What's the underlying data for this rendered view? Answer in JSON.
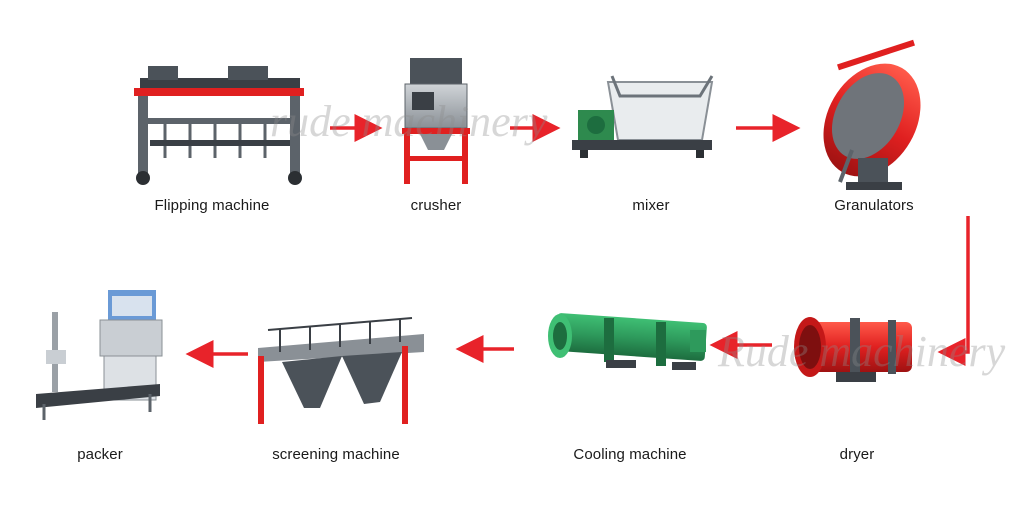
{
  "machines": [
    {
      "key": "flipping",
      "label": "Flipping machine",
      "icon": "compost-turner-icon"
    },
    {
      "key": "crusher",
      "label": "crusher",
      "icon": "crusher-icon"
    },
    {
      "key": "mixer",
      "label": "mixer",
      "icon": "mixer-icon"
    },
    {
      "key": "granulator",
      "label": "Granulators",
      "icon": "disc-granulator-icon"
    },
    {
      "key": "dryer",
      "label": "dryer",
      "icon": "rotary-dryer-icon"
    },
    {
      "key": "cooling",
      "label": "Cooling machine",
      "icon": "rotary-cooler-icon"
    },
    {
      "key": "screening",
      "label": "screening machine",
      "icon": "screening-machine-icon"
    },
    {
      "key": "packer",
      "label": "packer",
      "icon": "packing-machine-icon"
    }
  ],
  "watermark": [
    "rude machinery",
    "Rude machinery"
  ],
  "colors": {
    "arrow": "#e8232a",
    "frame_red": "#e02020",
    "steel": "#8a9096",
    "dark": "#3a3f45",
    "green": "#2e9a5c",
    "watermark": "#8c8c8c"
  }
}
